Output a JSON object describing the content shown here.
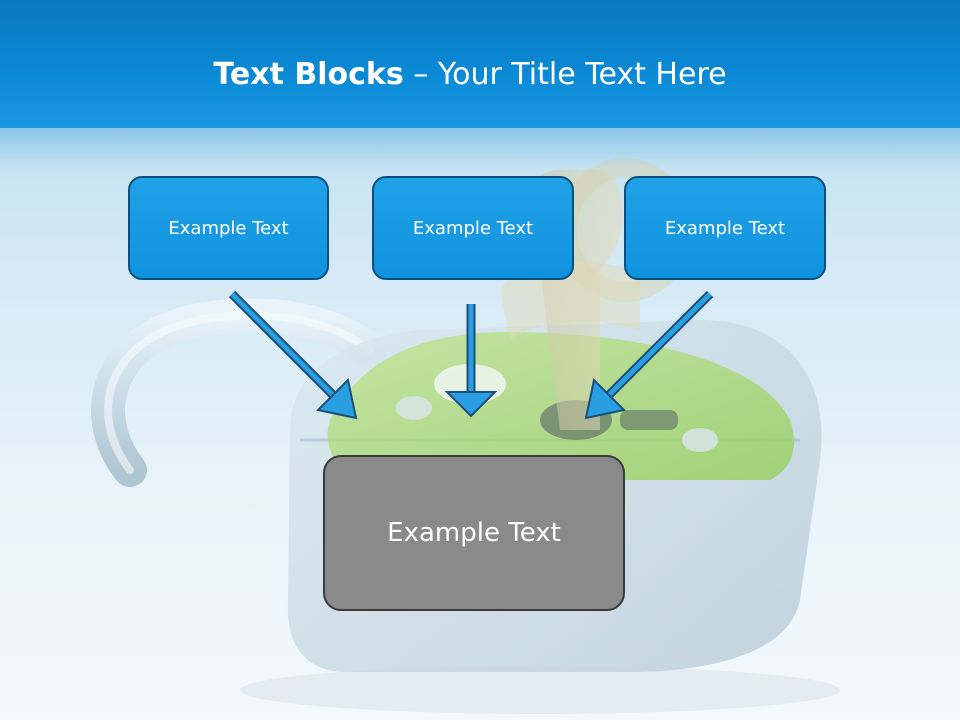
{
  "title": {
    "bold": "Text Blocks",
    "dash": " – ",
    "regular": "Your Title Text Here"
  },
  "blocks": [
    {
      "label": "Example Text"
    },
    {
      "label": "Example Text"
    },
    {
      "label": "Example Text"
    }
  ],
  "main_block": {
    "label": "Example Text"
  },
  "colors": {
    "header": "#0b8ad6",
    "box_fill": "#1a9ce3",
    "box_border": "#0b4f7c",
    "main_fill": "#8a8a8a",
    "arrow": "#1e94dc"
  },
  "background_image": "padlock-with-key-icon"
}
